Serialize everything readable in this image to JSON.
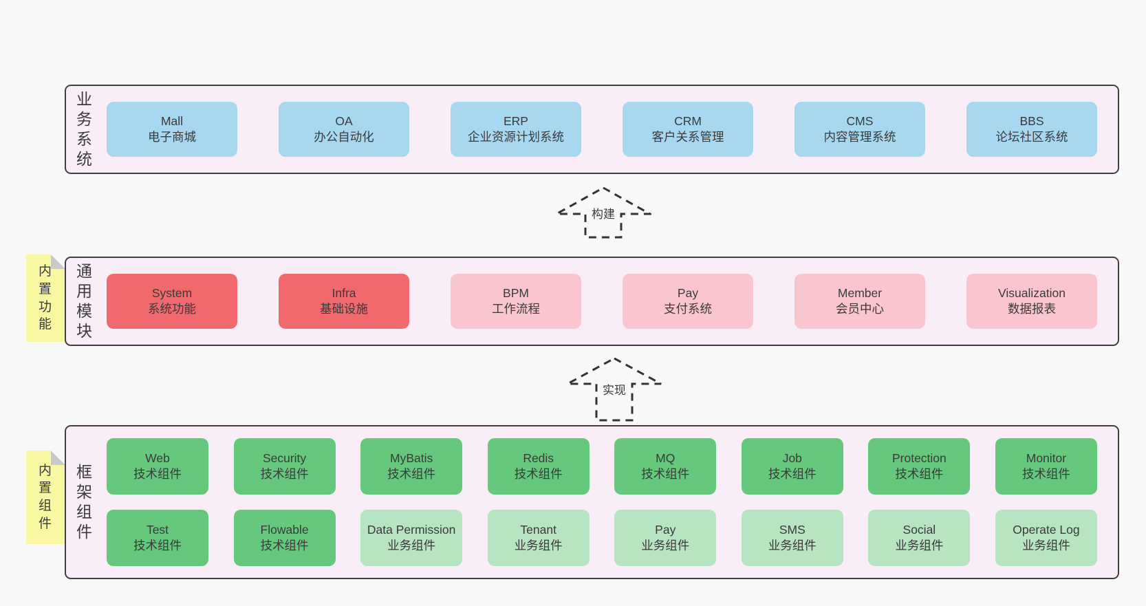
{
  "colors": {
    "page_bg": "#f8f8f8",
    "container_bg": "#f9eef7",
    "container_border": "#3f3f3f",
    "text": "#3a3a3a",
    "arrow": "#333333",
    "note_bg": "#f9f7a1",
    "note_fold": "#c9c9c9",
    "blue": "#a8d8f0",
    "red": "#f0696d",
    "pink": "#f9c6d0",
    "green": "#65c87d",
    "lightgreen": "#b7e4c1"
  },
  "layers": [
    {
      "id": "business",
      "group_label": "业务系统",
      "boxes": [
        {
          "title": "Mall",
          "subtitle": "电子商城",
          "variant": "blue"
        },
        {
          "title": "OA",
          "subtitle": "办公自动化",
          "variant": "blue"
        },
        {
          "title": "ERP",
          "subtitle": "企业资源计划系统",
          "variant": "blue"
        },
        {
          "title": "CRM",
          "subtitle": "客户关系管理",
          "variant": "blue"
        },
        {
          "title": "CMS",
          "subtitle": "内容管理系统",
          "variant": "blue"
        },
        {
          "title": "BBS",
          "subtitle": "论坛社区系统",
          "variant": "blue"
        }
      ]
    },
    {
      "id": "modules",
      "side_label": "内置功能",
      "group_label": "通用模块",
      "boxes": [
        {
          "title": "System",
          "subtitle": "系统功能",
          "variant": "red"
        },
        {
          "title": "Infra",
          "subtitle": "基础设施",
          "variant": "red"
        },
        {
          "title": "BPM",
          "subtitle": "工作流程",
          "variant": "pink"
        },
        {
          "title": "Pay",
          "subtitle": "支付系统",
          "variant": "pink"
        },
        {
          "title": "Member",
          "subtitle": "会员中心",
          "variant": "pink"
        },
        {
          "title": "Visualization",
          "subtitle": "数据报表",
          "variant": "pink"
        }
      ]
    },
    {
      "id": "components",
      "side_label": "内置组件",
      "group_label": "框架组件",
      "rows": [
        [
          {
            "title": "Web",
            "subtitle": "技术组件",
            "variant": "green"
          },
          {
            "title": "Security",
            "subtitle": "技术组件",
            "variant": "green"
          },
          {
            "title": "MyBatis",
            "subtitle": "技术组件",
            "variant": "green"
          },
          {
            "title": "Redis",
            "subtitle": "技术组件",
            "variant": "green"
          },
          {
            "title": "MQ",
            "subtitle": "技术组件",
            "variant": "green"
          },
          {
            "title": "Job",
            "subtitle": "技术组件",
            "variant": "green"
          },
          {
            "title": "Protection",
            "subtitle": "技术组件",
            "variant": "green"
          },
          {
            "title": "Monitor",
            "subtitle": "技术组件",
            "variant": "green"
          }
        ],
        [
          {
            "title": "Test",
            "subtitle": "技术组件",
            "variant": "green"
          },
          {
            "title": "Flowable",
            "subtitle": "技术组件",
            "variant": "green"
          },
          {
            "title": "Data Permission",
            "subtitle": "业务组件",
            "variant": "lightgreen"
          },
          {
            "title": "Tenant",
            "subtitle": "业务组件",
            "variant": "lightgreen"
          },
          {
            "title": "Pay",
            "subtitle": "业务组件",
            "variant": "lightgreen"
          },
          {
            "title": "SMS",
            "subtitle": "业务组件",
            "variant": "lightgreen"
          },
          {
            "title": "Social",
            "subtitle": "业务组件",
            "variant": "lightgreen"
          },
          {
            "title": "Operate Log",
            "subtitle": "业务组件",
            "variant": "lightgreen"
          }
        ]
      ]
    }
  ],
  "arrows": {
    "build": {
      "label": "构建"
    },
    "implement": {
      "label": "实现"
    }
  }
}
